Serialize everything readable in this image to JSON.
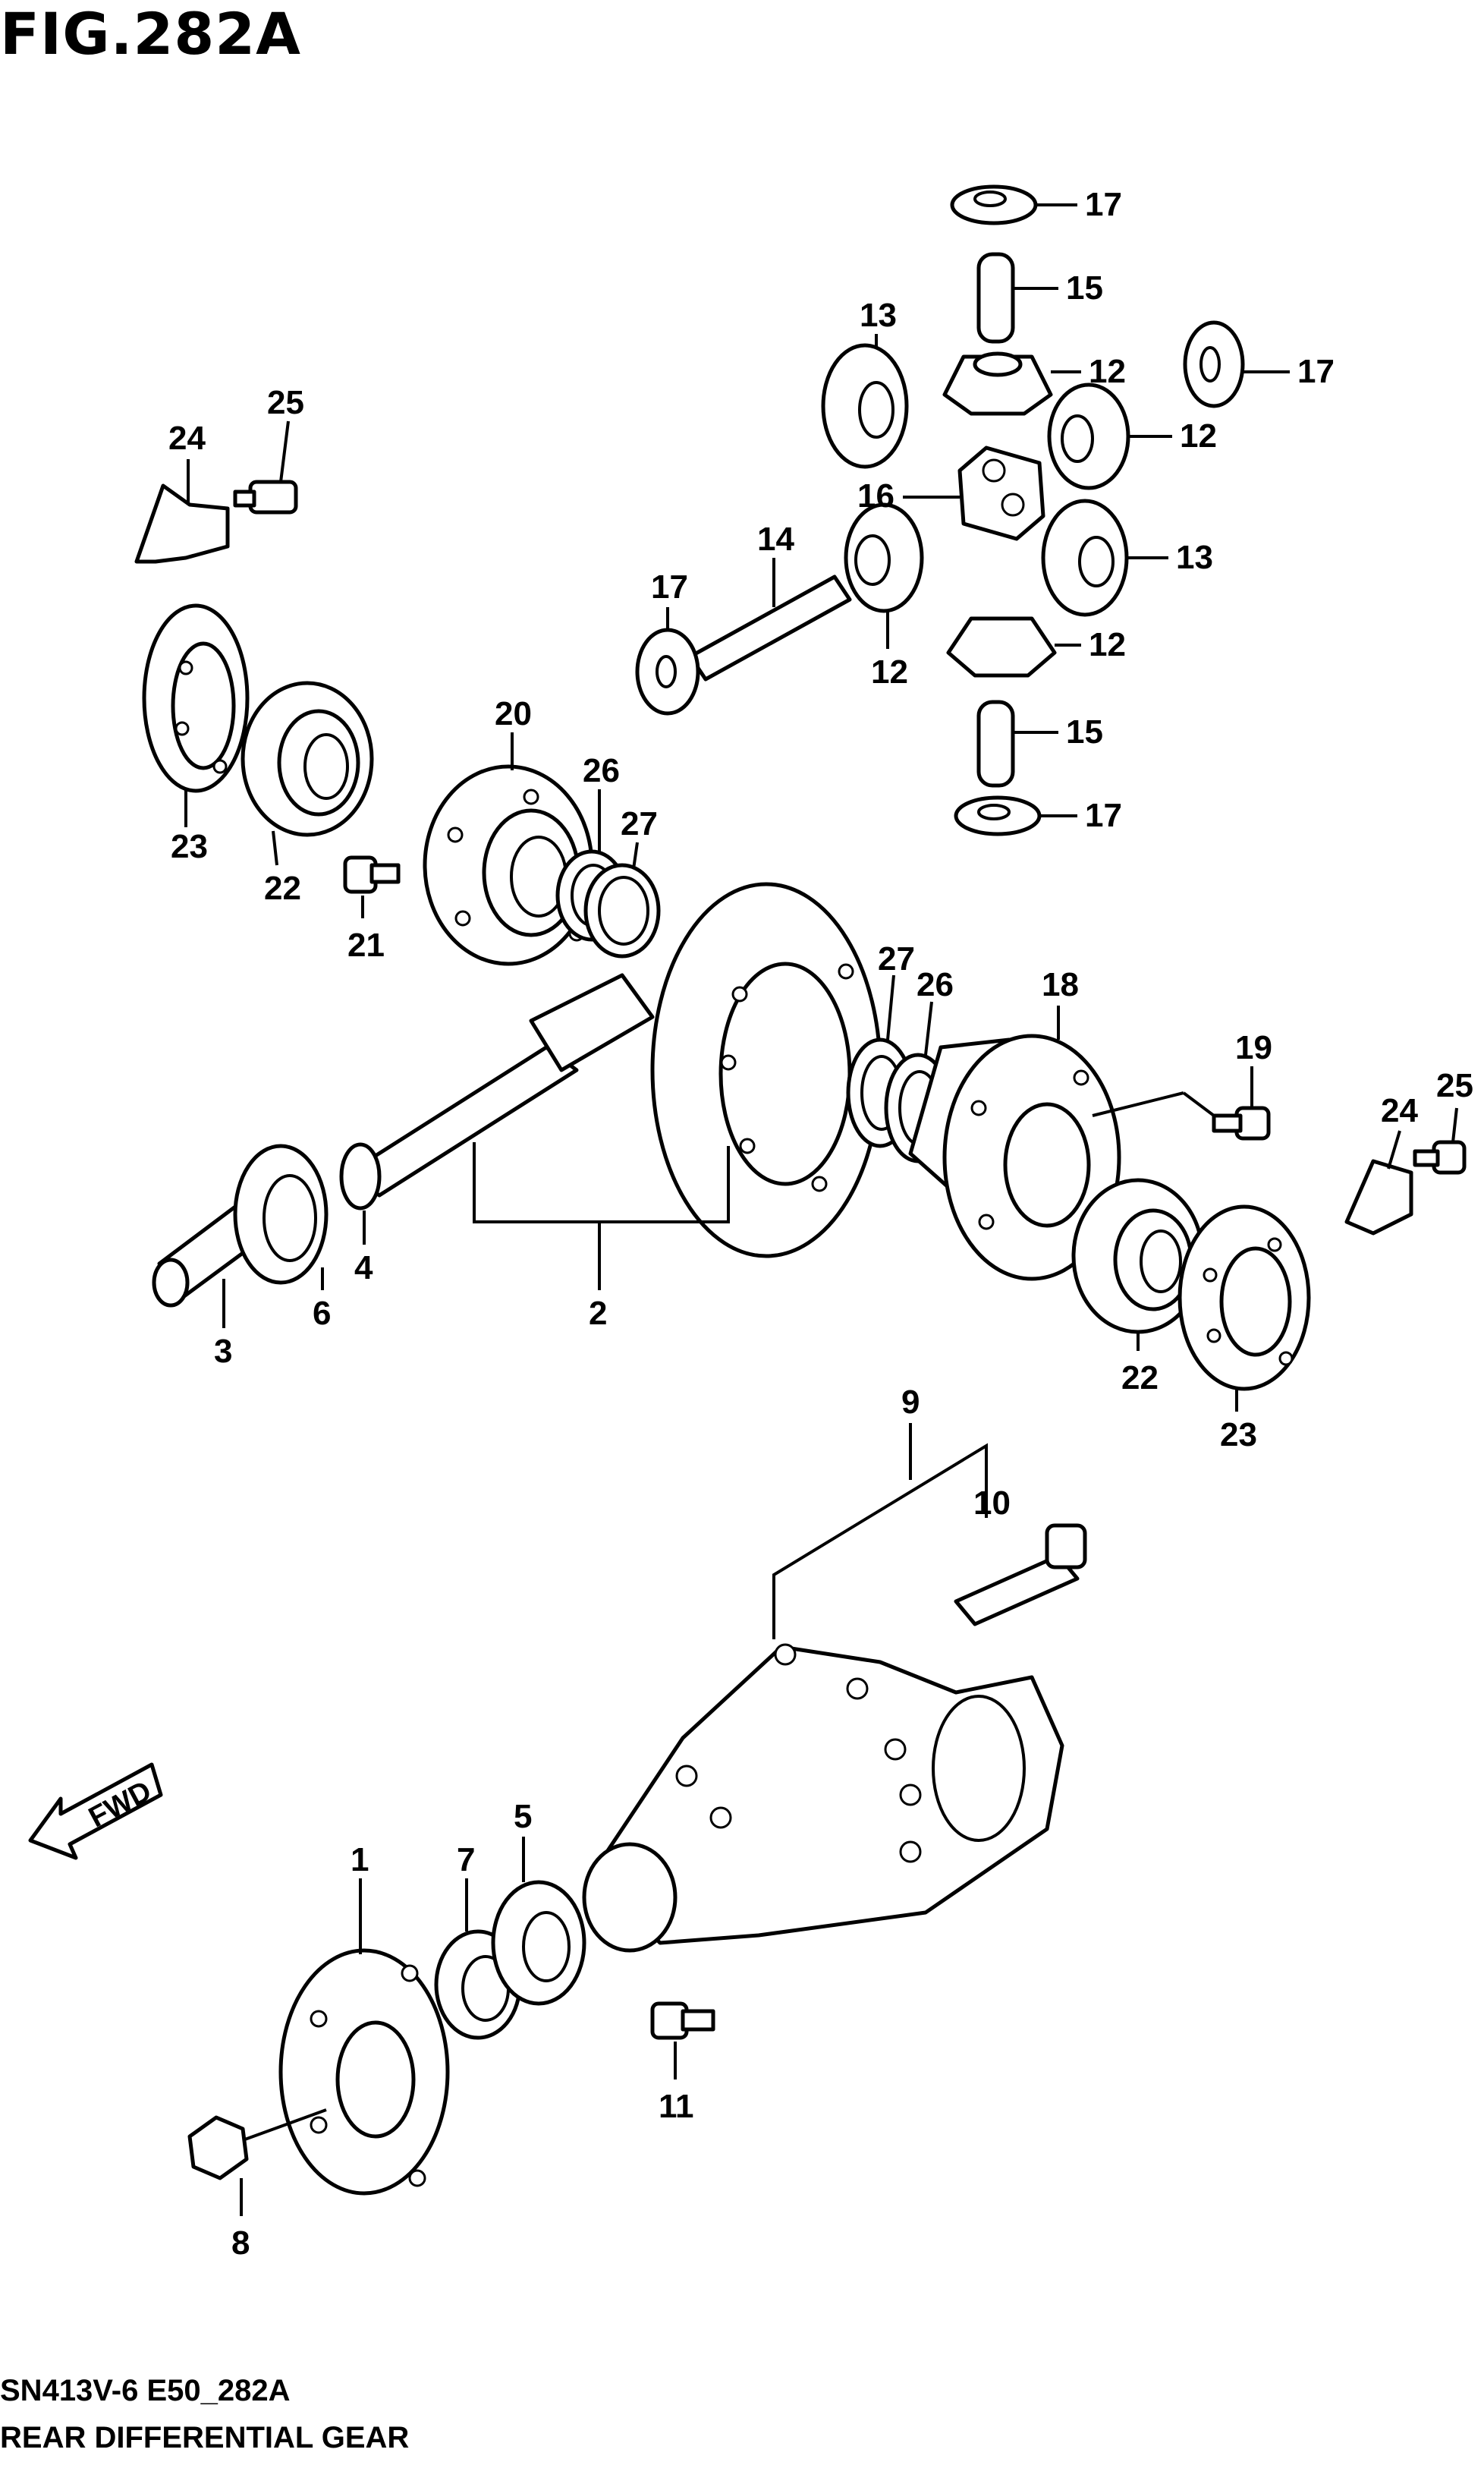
{
  "figure": {
    "title": "FIG.282A",
    "model_code": "SN413V-6 E50_282A",
    "name": "REAR DIFFERENTIAL GEAR",
    "direction_label": "FWD"
  },
  "callouts": [
    {
      "id": "c23a",
      "number": "23"
    },
    {
      "id": "c22a",
      "number": "22"
    },
    {
      "id": "c24a",
      "number": "24"
    },
    {
      "id": "c25a",
      "number": "25"
    },
    {
      "id": "c21",
      "number": "21"
    },
    {
      "id": "c20",
      "number": "20"
    },
    {
      "id": "c26a",
      "number": "26"
    },
    {
      "id": "c27a",
      "number": "27"
    },
    {
      "id": "c17a",
      "number": "17"
    },
    {
      "id": "c14",
      "number": "14"
    },
    {
      "id": "c12a",
      "number": "12"
    },
    {
      "id": "c13a",
      "number": "13"
    },
    {
      "id": "c16",
      "number": "16"
    },
    {
      "id": "c17b",
      "number": "17"
    },
    {
      "id": "c15a",
      "number": "15"
    },
    {
      "id": "c12b",
      "number": "12"
    },
    {
      "id": "c17c",
      "number": "17"
    },
    {
      "id": "c12c",
      "number": "12"
    },
    {
      "id": "c13b",
      "number": "13"
    },
    {
      "id": "c12d",
      "number": "12"
    },
    {
      "id": "c15b",
      "number": "15"
    },
    {
      "id": "c17d",
      "number": "17"
    },
    {
      "id": "c27b",
      "number": "27"
    },
    {
      "id": "c26b",
      "number": "26"
    },
    {
      "id": "c18",
      "number": "18"
    },
    {
      "id": "c19",
      "number": "19"
    },
    {
      "id": "c24b",
      "number": "24"
    },
    {
      "id": "c25b",
      "number": "25"
    },
    {
      "id": "c22b",
      "number": "22"
    },
    {
      "id": "c23b",
      "number": "23"
    },
    {
      "id": "c2",
      "number": "2"
    },
    {
      "id": "c3",
      "number": "3"
    },
    {
      "id": "c6",
      "number": "6"
    },
    {
      "id": "c4",
      "number": "4"
    },
    {
      "id": "c9",
      "number": "9"
    },
    {
      "id": "c10",
      "number": "10"
    },
    {
      "id": "c1",
      "number": "1"
    },
    {
      "id": "c7",
      "number": "7"
    },
    {
      "id": "c5",
      "number": "5"
    },
    {
      "id": "c11",
      "number": "11"
    },
    {
      "id": "c8",
      "number": "8"
    }
  ]
}
